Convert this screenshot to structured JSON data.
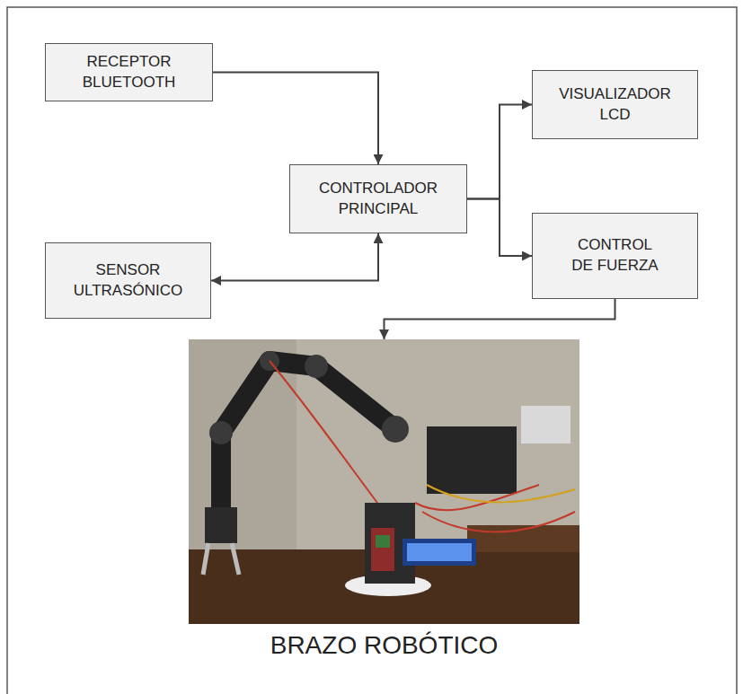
{
  "diagram": {
    "nodes": [
      {
        "text": [
          "RECEPTOR BLUETOOTH"
        ]
      },
      {
        "text": [
          "CONTROLADOR PRINCIPAL"
        ]
      },
      {
        "text": [
          "VISUALIZADOR LCD"
        ]
      },
      {
        "text": [
          "SENSOR ULTRASÓNICO"
        ]
      },
      {
        "text": [
          "CONTROL DE FUERZA"
        ]
      },
      {
        "text": [
          "BRAZO ROBÓTICO"
        ]
      }
    ],
    "edges": [
      {
        "from": 0,
        "to": 1,
        "arrow": "to"
      },
      {
        "from": 1,
        "to": 3,
        "arrow": "both"
      },
      {
        "from": 1,
        "to": 2,
        "arrow": "to"
      },
      {
        "from": 1,
        "to": 4,
        "arrow": "to"
      },
      {
        "from": 4,
        "to": 5,
        "arrow": "to"
      }
    ]
  }
}
